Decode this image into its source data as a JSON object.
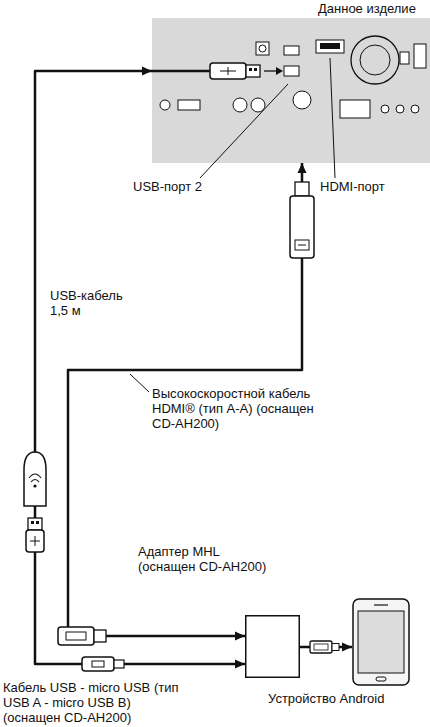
{
  "diagram": {
    "nodes": [
      {
        "text": [
          "Данное изделие"
        ]
      },
      {
        "text": [
          "Адаптер MHL (оснащен CD-AH200)"
        ]
      },
      {
        "text": [
          "Устройство Android"
        ]
      }
    ],
    "edges": [
      {
        "from": 0,
        "to": 1,
        "arrow": "both"
      },
      {
        "from": 0,
        "to": 1,
        "arrow": "both"
      },
      {
        "from": 1,
        "to": 2,
        "arrow": "to"
      }
    ],
    "labels": [
      "USB-порт 2",
      "HDMI-порт",
      "USB-кабель 1,5 м",
      "Высокоскоростной кабель HDMI® (тип A-A) (оснащен CD-AH200)",
      "Кабель USB - micro USB (тип USB A - micro USB B) (оснащен CD-AH200)"
    ]
  }
}
